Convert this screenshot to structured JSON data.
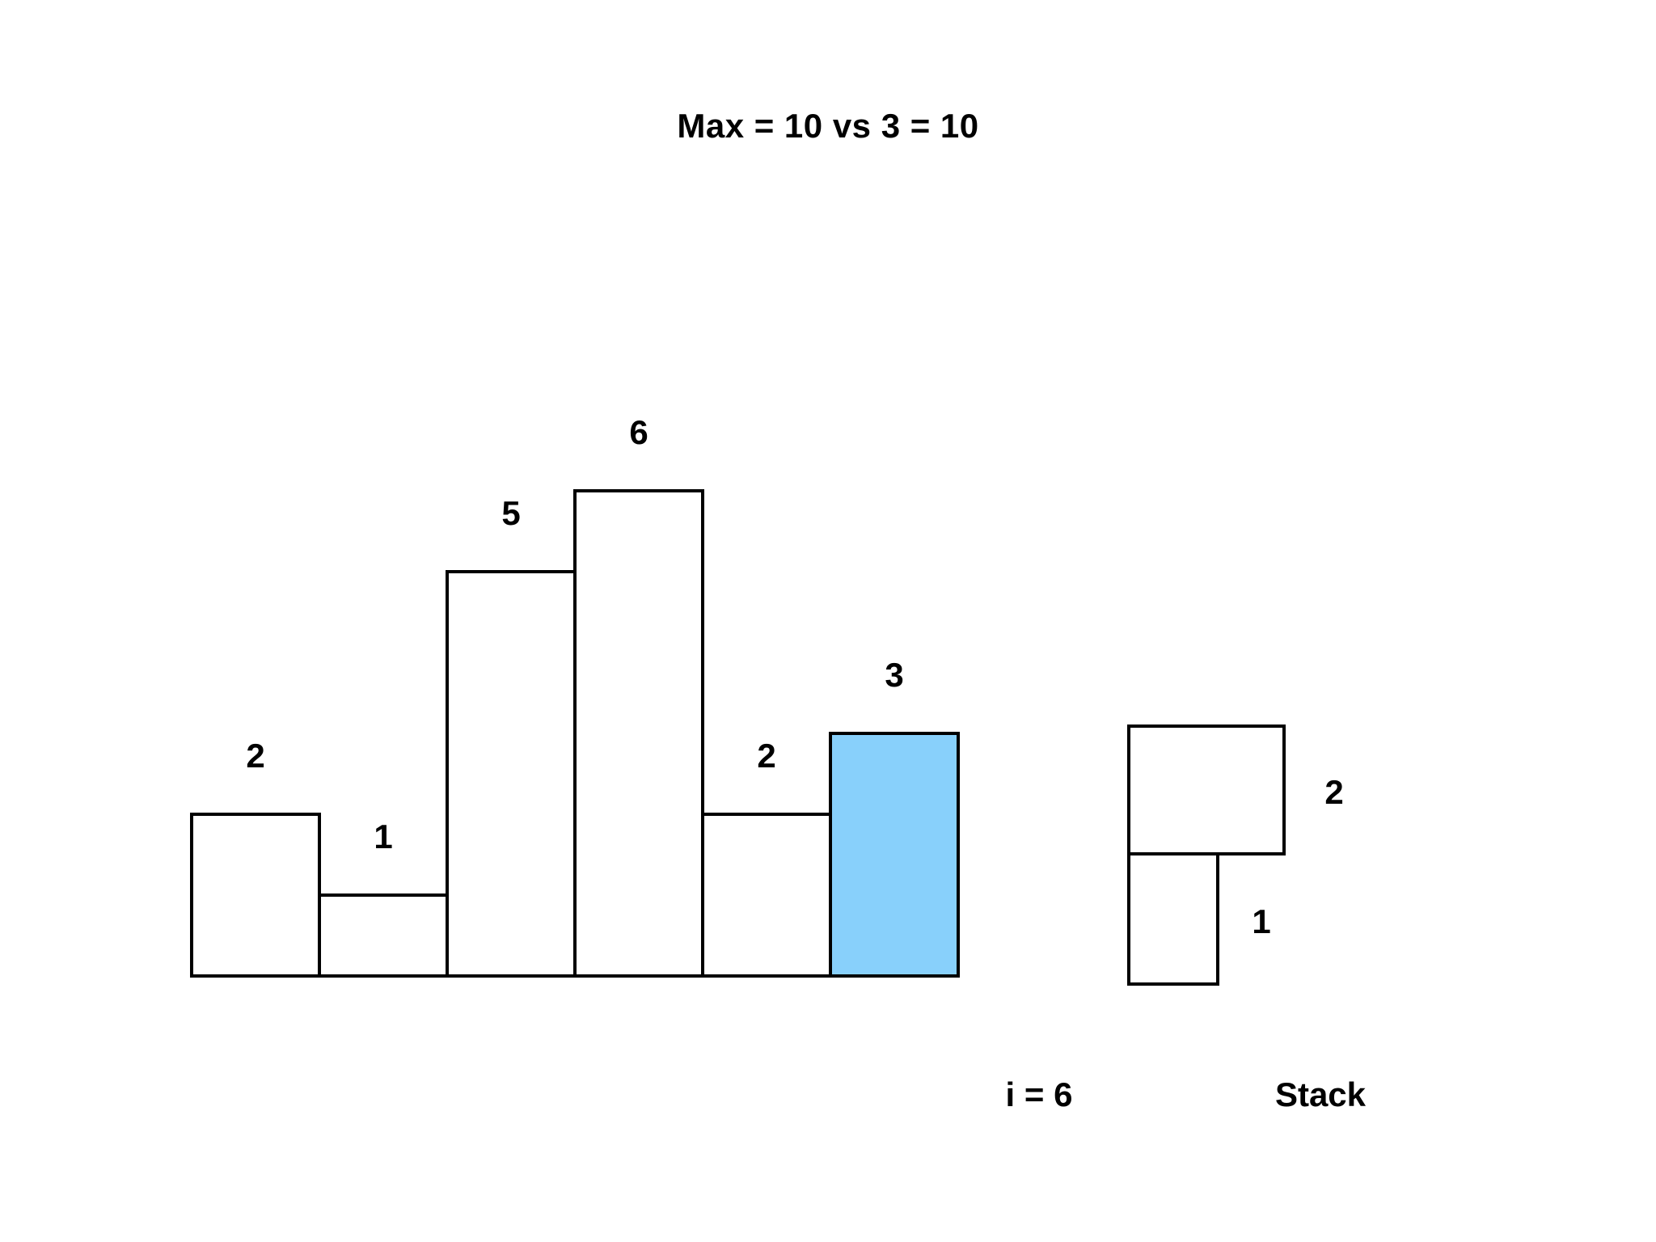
{
  "title": "Max = 10 vs 3 = 10",
  "histogram": {
    "bars": [
      {
        "label": "2",
        "value": 2,
        "highlighted": false
      },
      {
        "label": "1",
        "value": 1,
        "highlighted": false
      },
      {
        "label": "5",
        "value": 5,
        "highlighted": false
      },
      {
        "label": "6",
        "value": 6,
        "highlighted": false
      },
      {
        "label": "2",
        "value": 2,
        "highlighted": false
      },
      {
        "label": "3",
        "value": 3,
        "highlighted": true
      }
    ],
    "index_label": "i = 6"
  },
  "stack": {
    "title": "Stack",
    "items": [
      {
        "label": "2",
        "value": 2
      },
      {
        "label": "1",
        "value": 1
      }
    ]
  },
  "chart_data": {
    "type": "bar",
    "values": [
      2,
      1,
      5,
      6,
      2,
      3
    ],
    "bar_labels": [
      "2",
      "1",
      "5",
      "6",
      "2",
      "3"
    ],
    "highlighted_index": 5,
    "title": "Max = 10 vs 3 = 10",
    "annotations": [
      "i = 6",
      "Stack"
    ],
    "stack_contents_top_to_bottom": [
      2,
      1
    ]
  },
  "colors": {
    "highlight": "#88D0FB",
    "stroke": "#000000",
    "text": "#000000",
    "background": "#FFFFFF"
  }
}
